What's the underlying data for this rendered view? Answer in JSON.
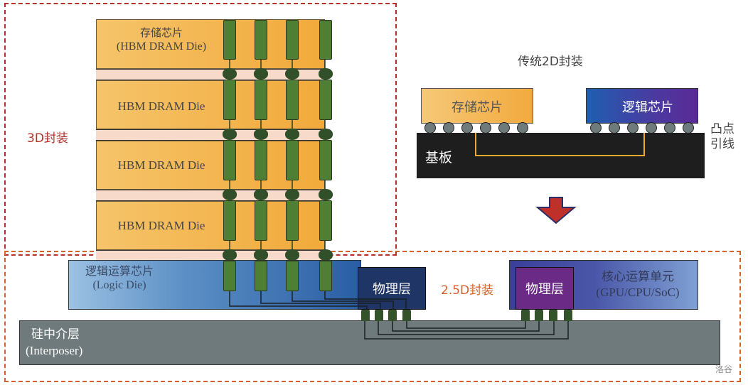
{
  "labels": {
    "pkg_3d": "3D封装",
    "pkg_2d": "传统2D封装",
    "pkg_25d": "2.5D封装",
    "hbm_top_cn": "存储芯片",
    "hbm_top_en": "(HBM DRAM Die)",
    "hbm_die": "HBM DRAM Die",
    "logic_cn": "逻辑运算芯片",
    "logic_en": "(Logic Die)",
    "phy": "物理层",
    "core_cn": "核心运算单元",
    "core_en": "(GPU/CPU/SoC)",
    "interposer_cn": "硅中介层",
    "interposer_en": "(Interposer)",
    "mem_chip": "存储芯片",
    "logic_chip": "逻辑芯片",
    "substrate": "基板",
    "bump_line1": "凸点",
    "bump_line2": "引线",
    "watermark": "洛谷"
  },
  "colors": {
    "dash_3d": "#b5322a",
    "dash_25d": "#d4622a",
    "arrow": "#c0302a",
    "substrate": "#1e1e1e",
    "trace": "#f0a830"
  }
}
